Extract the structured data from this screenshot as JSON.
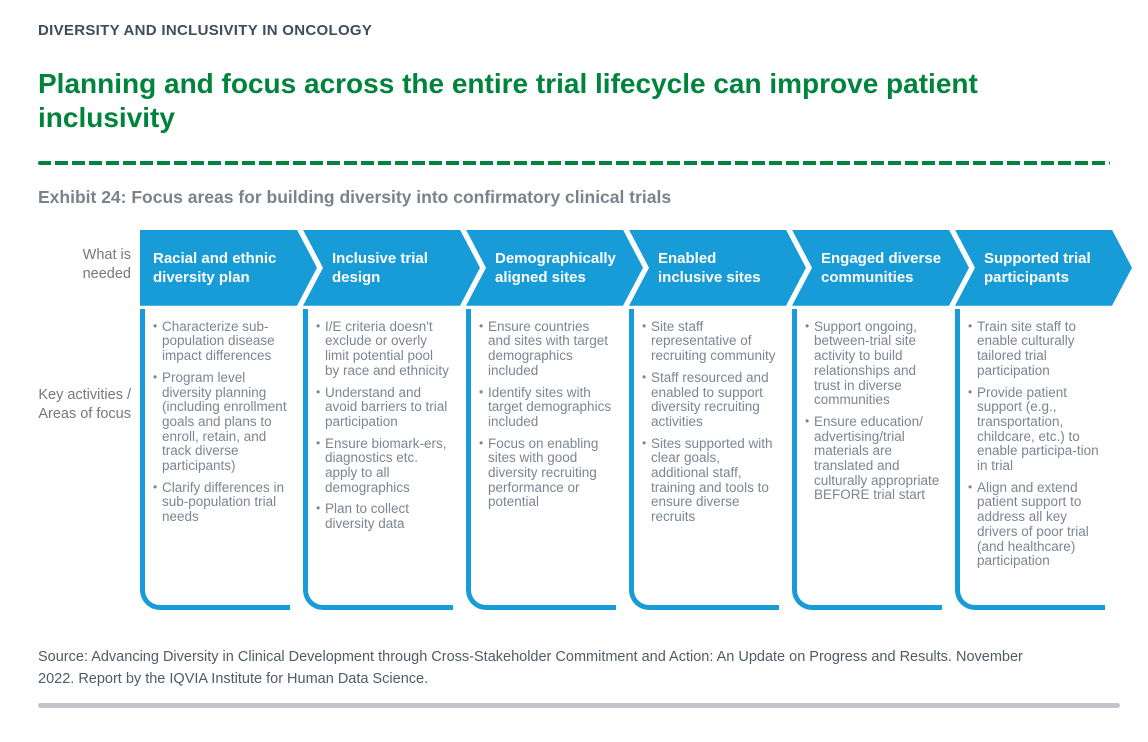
{
  "page": {
    "eyebrow": "DIVERSITY AND INCLUSIVITY IN ONCOLOGY",
    "title": "Planning and focus across the entire trial lifecycle can improve patient inclusivity",
    "exhibit_caption": "Exhibit 24: Focus areas for building diversity into confirmatory clinical trials",
    "source_line1": "Source: Advancing Diversity in Clinical Development through Cross-Stakeholder Commitment and Action: An Update on Progress and Results. November",
    "source_line2": "2022. Report by the IQVIA Institute for Human Data Science."
  },
  "diagram": {
    "row_labels": {
      "top": "What is needed",
      "bottom": "Key activities / Areas of focus"
    },
    "columns": [
      {
        "header": "Racial and ethnic diversity plan",
        "bullets": [
          "Characterize sub-population disease impact differences",
          "Program level diversity planning (including enrollment goals and plans to enroll, retain, and track diverse participants)",
          "Clarify differences in sub-population trial needs"
        ]
      },
      {
        "header": "Inclusive trial design",
        "bullets": [
          "I/E criteria doesn't exclude or overly limit potential pool by race and ethnicity",
          "Understand and avoid barriers to trial participation",
          "Ensure biomark-ers, diagnostics etc. apply to all demographics",
          "Plan to collect diversity data"
        ]
      },
      {
        "header": "Demographically aligned sites",
        "bullets": [
          "Ensure countries and sites with target demographics included",
          "Identify sites with target demographics included",
          "Focus on enabling sites with good diversity recruiting performance or potential"
        ]
      },
      {
        "header": "Enabled inclusive sites",
        "bullets": [
          "Site staff representative of recruiting community",
          "Staff resourced and enabled to support diversity recruiting activities",
          "Sites supported with clear goals, additional staff, training and tools to ensure diverse recruits"
        ]
      },
      {
        "header": "Engaged diverse communities",
        "bullets": [
          "Support ongoing, between-trial site activity to build relationships and trust in diverse communities",
          "Ensure education/ advertising/trial materials are translated and culturally appropriate BEFORE trial start"
        ]
      },
      {
        "header": "Supported trial participants",
        "bullets": [
          "Train site staff to enable culturally tailored trial participation",
          "Provide patient support (e.g., transportation, childcare, etc.) to enable participa-tion in trial",
          "Align and extend patient support to address all key drivers of poor trial (and healthcare) participation"
        ]
      }
    ]
  },
  "colors": {
    "arrow_blue": "#189cd8",
    "title_green": "#00843d",
    "body_text_gray": "#7c8591",
    "eyebrow_navy": "#3f4d5d",
    "source_gray": "#4f5b68",
    "divider_gray": "#c2c4c9"
  }
}
